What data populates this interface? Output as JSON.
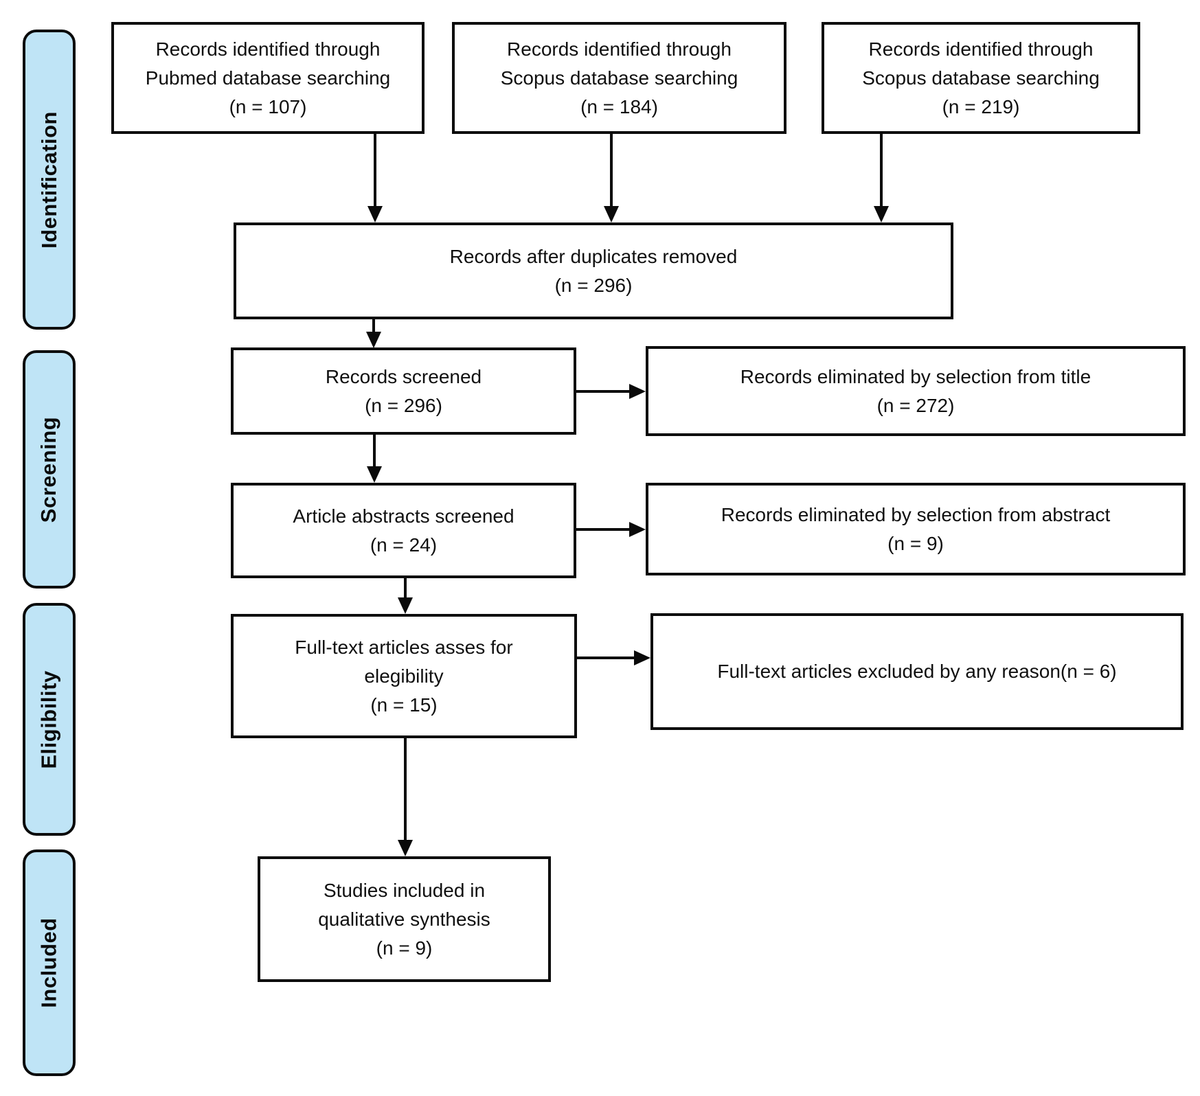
{
  "figure": {
    "type": "prisma-flow-diagram",
    "colors": {
      "stage_fill": "#bfe4f6",
      "box_fill": "#ffffff",
      "line": "#0a0a0a",
      "text": "#101010"
    }
  },
  "stages": [
    {
      "label": "Identification"
    },
    {
      "label": "Screening"
    },
    {
      "label": "Eligibility"
    },
    {
      "label": "Included"
    }
  ],
  "boxes": {
    "pubmed": {
      "text": "Records identified through\nPubmed database searching\n(n = 107)",
      "n": 107
    },
    "scopus1": {
      "text": "Records identified through\nScopus database searching\n(n = 184)",
      "n": 184
    },
    "scopus2": {
      "text": "Records identified through\nScopus database searching\n(n = 219)",
      "n": 219
    },
    "duplicates": {
      "text": "Records after duplicates removed\n(n = 296)",
      "n": 296
    },
    "screened": {
      "text": "Records screened\n(n = 296)",
      "n": 296
    },
    "title_eliminated": {
      "text": "Records eliminated by selection from title\n(n = 272)",
      "n": 272
    },
    "abstracts_screened": {
      "text": "Article abstracts screened\n(n = 24)",
      "n": 24
    },
    "abstract_eliminated": {
      "text": "Records eliminated by selection from abstract\n(n = 9)",
      "n": 9
    },
    "fulltext": {
      "text": "Full-text articles asses for\nelegibility\n(n = 15)",
      "n": 15
    },
    "excluded": {
      "text": "Full-text articles excluded by any reason(n = 6)",
      "n": 6
    },
    "included_studies": {
      "text": "Studies included in\nqualitative synthesis\n(n = 9)",
      "n": 9
    }
  }
}
